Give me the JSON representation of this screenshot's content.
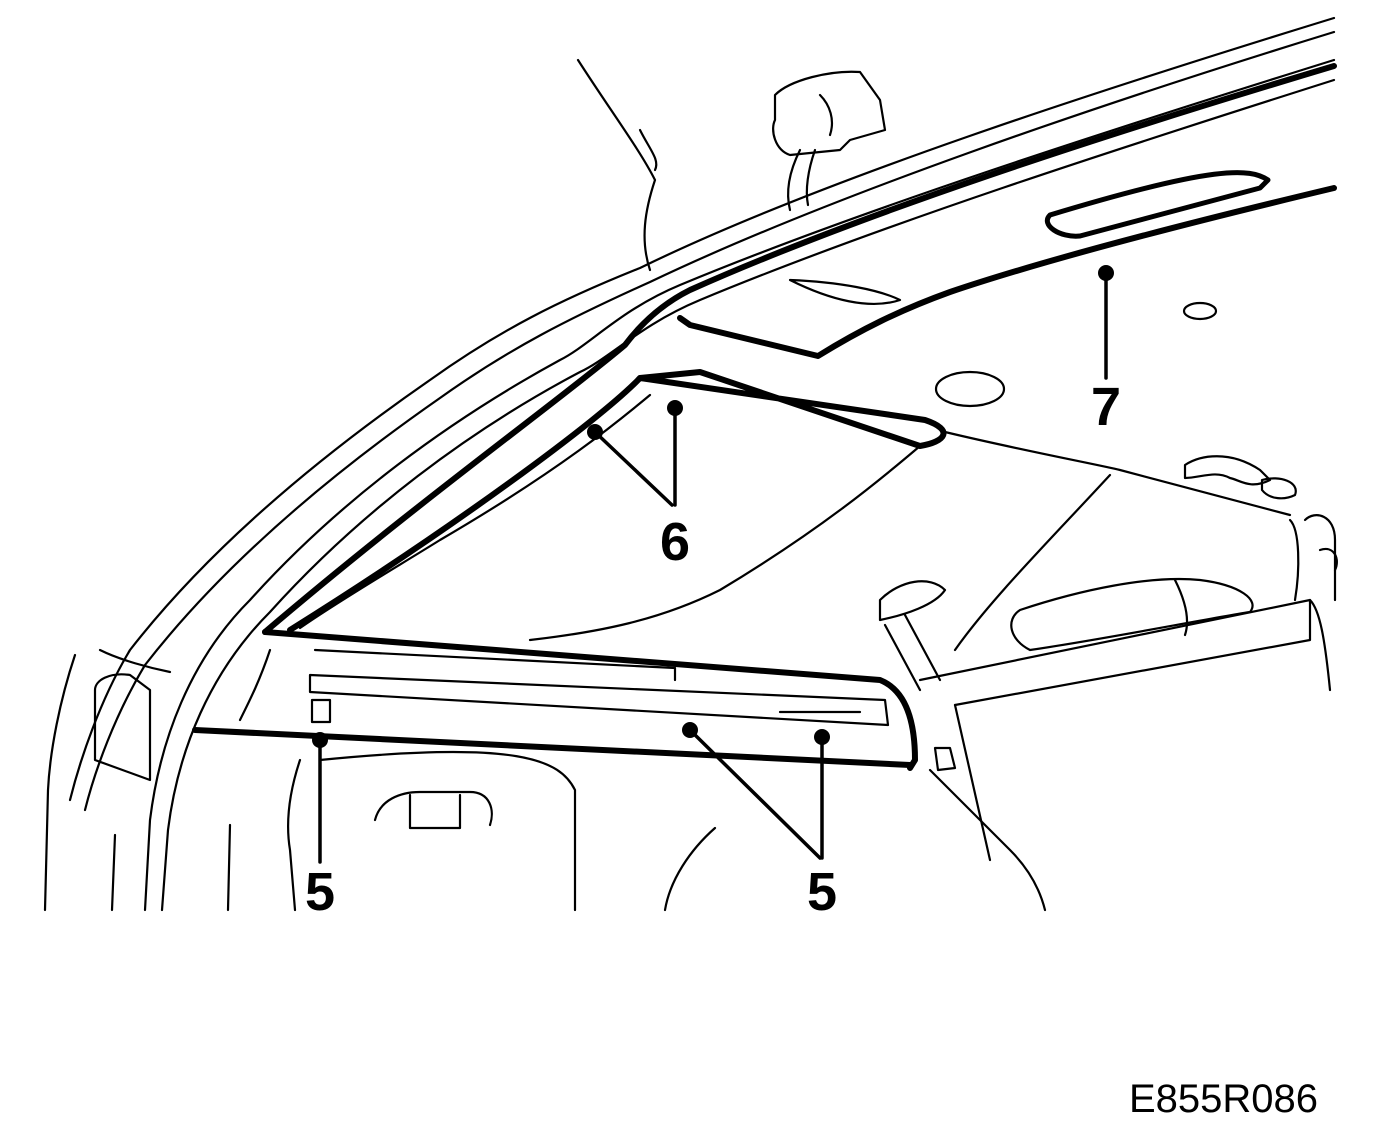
{
  "diagram": {
    "callouts": [
      {
        "id": "c5a",
        "label": "5"
      },
      {
        "id": "c5b",
        "label": "5"
      },
      {
        "id": "c6",
        "label": "6"
      },
      {
        "id": "c7",
        "label": "7"
      }
    ],
    "figure_id": "E855R086"
  }
}
